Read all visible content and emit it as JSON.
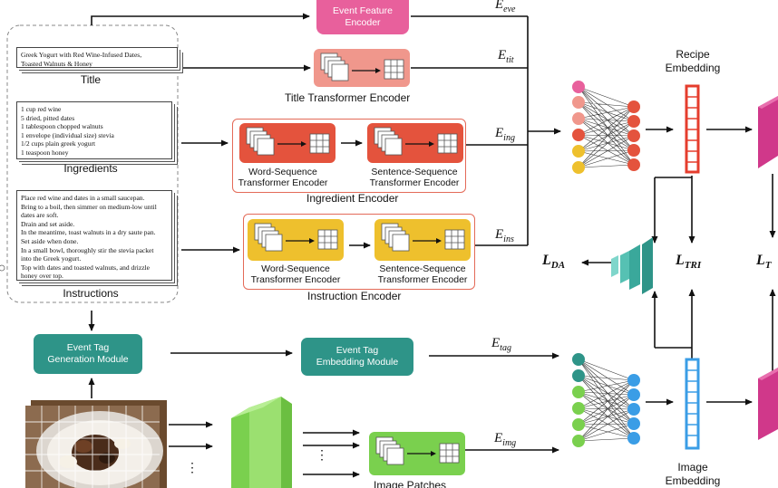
{
  "recipe_text": {
    "title_lines": [
      "Greek Yogurt with Red Wine-Infused Dates,",
      "Toasted Walnuts & Honey"
    ],
    "ingredient_lines": [
      "1 cup red wine",
      "5 dried, pitted dates",
      "1 tablespoon chopped walnuts",
      "1 envelope (individual size) stevia",
      "1/2 cups plain greek yogurt",
      "1 teaspoon honey"
    ],
    "instruction_lines": [
      "Place red wine and dates in a small saucepan.",
      "Bring to a boil, then simmer on medium-low until",
      "dates are soft.",
      "Drain and set aside.",
      "In the meantime, toast walnuts in a dry saute pan.",
      "Set aside when done.",
      "In a small bowl, thoroughly stir the stevia packet",
      "into the Greek yogurt.",
      "Top with dates and toasted walnuts, and drizzle",
      "honey over top."
    ]
  },
  "labels": {
    "title": "Title",
    "ingredients": "Ingredients",
    "instructions": "Instructions"
  },
  "modules": {
    "event_feature_encoder": [
      "Event Feature",
      "Encoder"
    ],
    "title_transformer_encoder": "Title Transformer Encoder",
    "ingredient_word_seq": [
      "Word-Sequence",
      "Transformer Encoder"
    ],
    "ingredient_sentence_seq": [
      "Sentence-Sequence",
      "Transformer Encoder"
    ],
    "ingredient_encoder": "Ingredient Encoder",
    "instruction_word_seq": [
      "Word-Sequence",
      "Transformer Encoder"
    ],
    "instruction_sentence_seq": [
      "Sentence-Sequence",
      "Transformer Encoder"
    ],
    "instruction_encoder": "Instruction Encoder",
    "event_tag_generation": [
      "Event Tag",
      "Generation Module"
    ],
    "event_tag_embedding": [
      "Event Tag",
      "Embedding Module"
    ],
    "image_patches": "Image Patches"
  },
  "features": {
    "eve": {
      "base": "E",
      "sub": "eve"
    },
    "tit": {
      "base": "E",
      "sub": "tit"
    },
    "ing": {
      "base": "E",
      "sub": "ing"
    },
    "ins": {
      "base": "E",
      "sub": "ins"
    },
    "tag": {
      "base": "E",
      "sub": "tag"
    },
    "img": {
      "base": "E",
      "sub": "img"
    }
  },
  "losses": {
    "da": {
      "base": "L",
      "sub": "DA"
    },
    "tri": {
      "base": "L",
      "sub": "TRI"
    },
    "tri_partial": {
      "base": "L",
      "sub": "T"
    }
  },
  "embeddings": {
    "recipe": [
      "Recipe",
      "Embedding"
    ],
    "image": [
      "Image",
      "Embedding"
    ]
  },
  "misc": {
    "ellipsis": "⋮"
  },
  "colors": {
    "pink": "#e8609c",
    "salmon": "#f0978c",
    "red_orange": "#e4533d",
    "gold": "#eec02d",
    "teal": "#2e9488",
    "green": "#7ad04e",
    "blue": "#3a9de6",
    "recipe_embedding": "#e53d2d",
    "image_embedding": "#3a9de6",
    "magenta": "#d0388a",
    "arrow": "#111111"
  }
}
